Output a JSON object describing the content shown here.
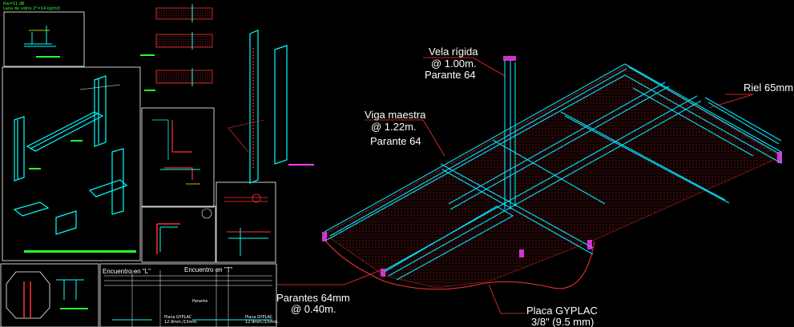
{
  "colors": {
    "background": "#000000",
    "steel": "#00e5ff",
    "board_hatch": "#8b1a1a",
    "leader": "#ff3030",
    "frame": "#ffffff",
    "panel_green": "#2aff2a",
    "magenta": "#ff40ff"
  },
  "top_left_notes": {
    "line1": "Rw=51 dB",
    "line2": "Lana de vidrio 2\"=14 kg/m3."
  },
  "detail_labels": {
    "encuentro_l": "Encuentro en \"L\"",
    "encuentro_t": "Encuentro en \"T\"",
    "parante": "Parante",
    "placa_left_1": "Placa GYPLAC",
    "placa_left_2": "12.9mm./15mm.",
    "placa_right_1": "Placa GYPLAC",
    "placa_right_2": "12.9mm./15mm."
  },
  "isometric_labels": {
    "vela_1": "Vela rígida",
    "vela_2": "@ 1.00m.",
    "vela_3": "Parante 64",
    "riel": "Riel 65mm.",
    "viga_1": "Viga maestra",
    "viga_2": "@ 1.22m.",
    "viga_3": "Parante 64",
    "parantes_1": "Parantes 64mm",
    "parantes_2": "@ 0.40m.",
    "placa_1": "Placa GYPLAC",
    "placa_2": "3/8\" (9.5 mm)"
  }
}
